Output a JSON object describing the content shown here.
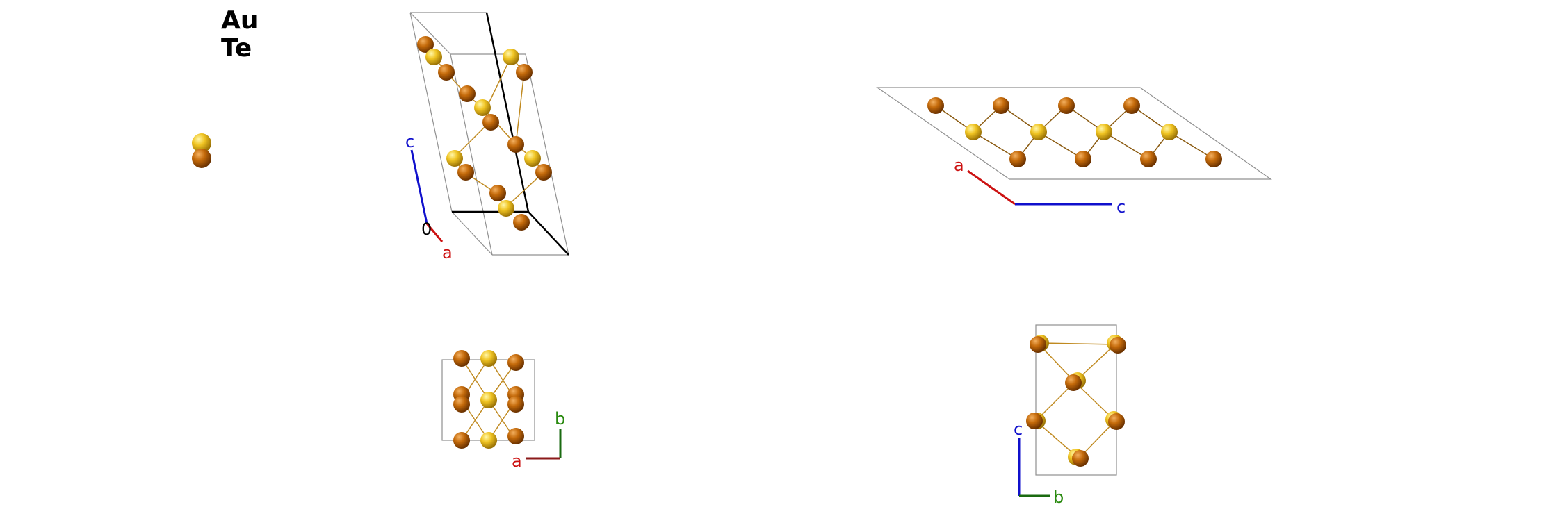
{
  "legend": {
    "elements": [
      {
        "symbol": "Au",
        "color": "#e8c020"
      },
      {
        "symbol": "Te",
        "color": "#c86a08"
      }
    ]
  },
  "views": {
    "perspective": {
      "axis_labels": {
        "c": "c",
        "origin": "0",
        "a": "a"
      }
    },
    "along_b": {
      "axis_labels": {
        "a": "a",
        "c": "c"
      }
    },
    "along_c": {
      "axis_labels": {
        "b": "b",
        "a": "a"
      }
    },
    "along_a": {
      "axis_labels": {
        "c": "c",
        "b": "b"
      }
    }
  },
  "colors": {
    "au": "#f0c422",
    "te": "#c46a0a",
    "axis_a": "#cc1111",
    "axis_b": "#2a8a10",
    "axis_c": "#1010cc",
    "axis_a_dark": "#8b1a1a",
    "axis_b_dark": "#1a6a10",
    "bond": "#c08a20",
    "cell": "#909090"
  }
}
